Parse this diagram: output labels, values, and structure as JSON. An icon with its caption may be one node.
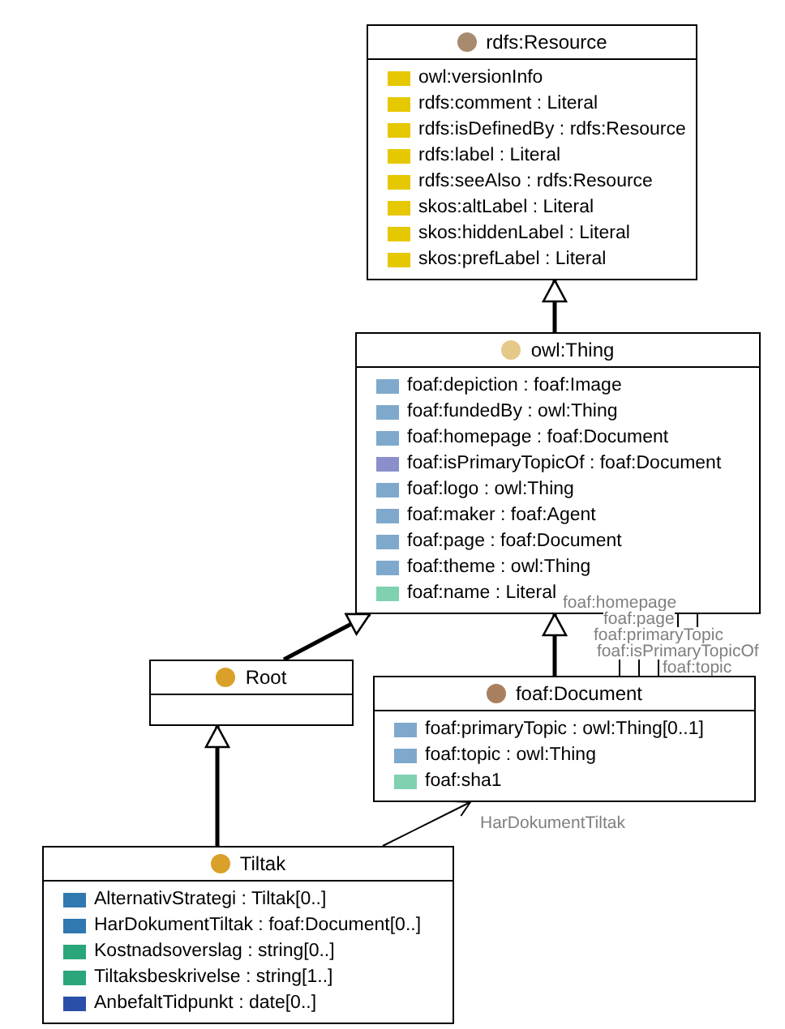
{
  "diagram": {
    "nodes": [
      {
        "text": [
          "rdfs:Resource",
          "owl:versionInfo",
          "rdfs:comment : Literal",
          "rdfs:isDefinedBy : rdfs:Resource",
          "rdfs:label : Literal",
          "rdfs:seeAlso : rdfs:Resource",
          "skos:altLabel : Literal",
          "skos:hiddenLabel : Literal",
          "skos:prefLabel : Literal"
        ]
      },
      {
        "text": [
          "owl:Thing",
          "foaf:depiction : foaf:Image",
          "foaf:fundedBy : owl:Thing",
          "foaf:homepage : foaf:Document",
          "foaf:isPrimaryTopicOf : foaf:Document",
          "foaf:logo : owl:Thing",
          "foaf:maker : foaf:Agent",
          "foaf:page : foaf:Document",
          "foaf:theme : owl:Thing",
          "foaf:name : Literal"
        ]
      },
      {
        "text": [
          "Root"
        ]
      },
      {
        "text": [
          "foaf:Document",
          "foaf:primaryTopic : owl:Thing[0..1]",
          "foaf:topic : owl:Thing",
          "foaf:sha1"
        ]
      },
      {
        "text": [
          "Tiltak",
          "AlternativStrategi : Tiltak[0..]",
          "HarDokumentTiltak : foaf:Document[0..]",
          "Kostnadsoverslag : string[0..]",
          "Tiltaksbeskrivelse : string[1..]",
          "AnbefaltTidpunkt : date[0..]"
        ]
      }
    ],
    "edges": [
      {
        "from": 1,
        "to": 0,
        "arrow": "to",
        "style": "thick"
      },
      {
        "from": 2,
        "to": 1,
        "arrow": "to",
        "style": "thick"
      },
      {
        "from": 4,
        "to": 2,
        "arrow": "to",
        "style": "thick"
      },
      {
        "from": 3,
        "to": 1,
        "arrow": "to",
        "style": "thick"
      },
      {
        "from": 1,
        "to": 3,
        "arrow": "none",
        "label": "foaf:homepage"
      },
      {
        "from": 1,
        "to": 3,
        "arrow": "none",
        "label": "foaf:page"
      },
      {
        "from": 3,
        "to": 1,
        "arrow": "none",
        "label": "foaf:primaryTopic"
      },
      {
        "from": 1,
        "to": 3,
        "arrow": "none",
        "label": "foaf:isPrimaryTopicOf"
      },
      {
        "from": 3,
        "to": 1,
        "arrow": "none",
        "label": "foaf:topic"
      },
      {
        "from": 4,
        "to": 3,
        "arrow": "to",
        "label": "HarDokumentTiltak"
      }
    ]
  }
}
